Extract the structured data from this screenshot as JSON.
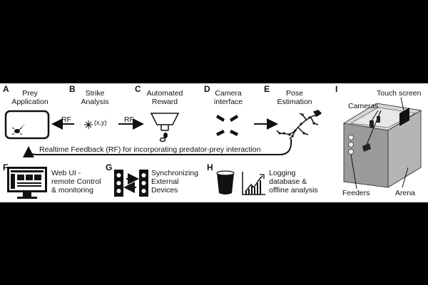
{
  "letters": {
    "A": "A",
    "B": "B",
    "C": "C",
    "D": "D",
    "E": "E",
    "F": "F",
    "G": "G",
    "H": "H",
    "I": "I"
  },
  "labels": {
    "prey": "Prey\nApplication",
    "strike": "Strike\nAnalysis",
    "reward": "Automated\nReward",
    "camera": "Camera\ninterface",
    "pose": "Pose\nEstimation",
    "xy": "(x,y)",
    "rf1": "RF",
    "rf2": "RF",
    "feedback": "Realtime Feedback (RF) for incorporating predator-prey interaction",
    "webui": "Web UI -\nremote Control\n& monitoring",
    "sync": "Synchronizing\nExternal\nDevices",
    "logging": "Logging\ndatabase &\noffline analysis",
    "touch": "Touch screen",
    "cameras": "Cameras",
    "feeders": "Feeders",
    "arena": "Arena"
  }
}
